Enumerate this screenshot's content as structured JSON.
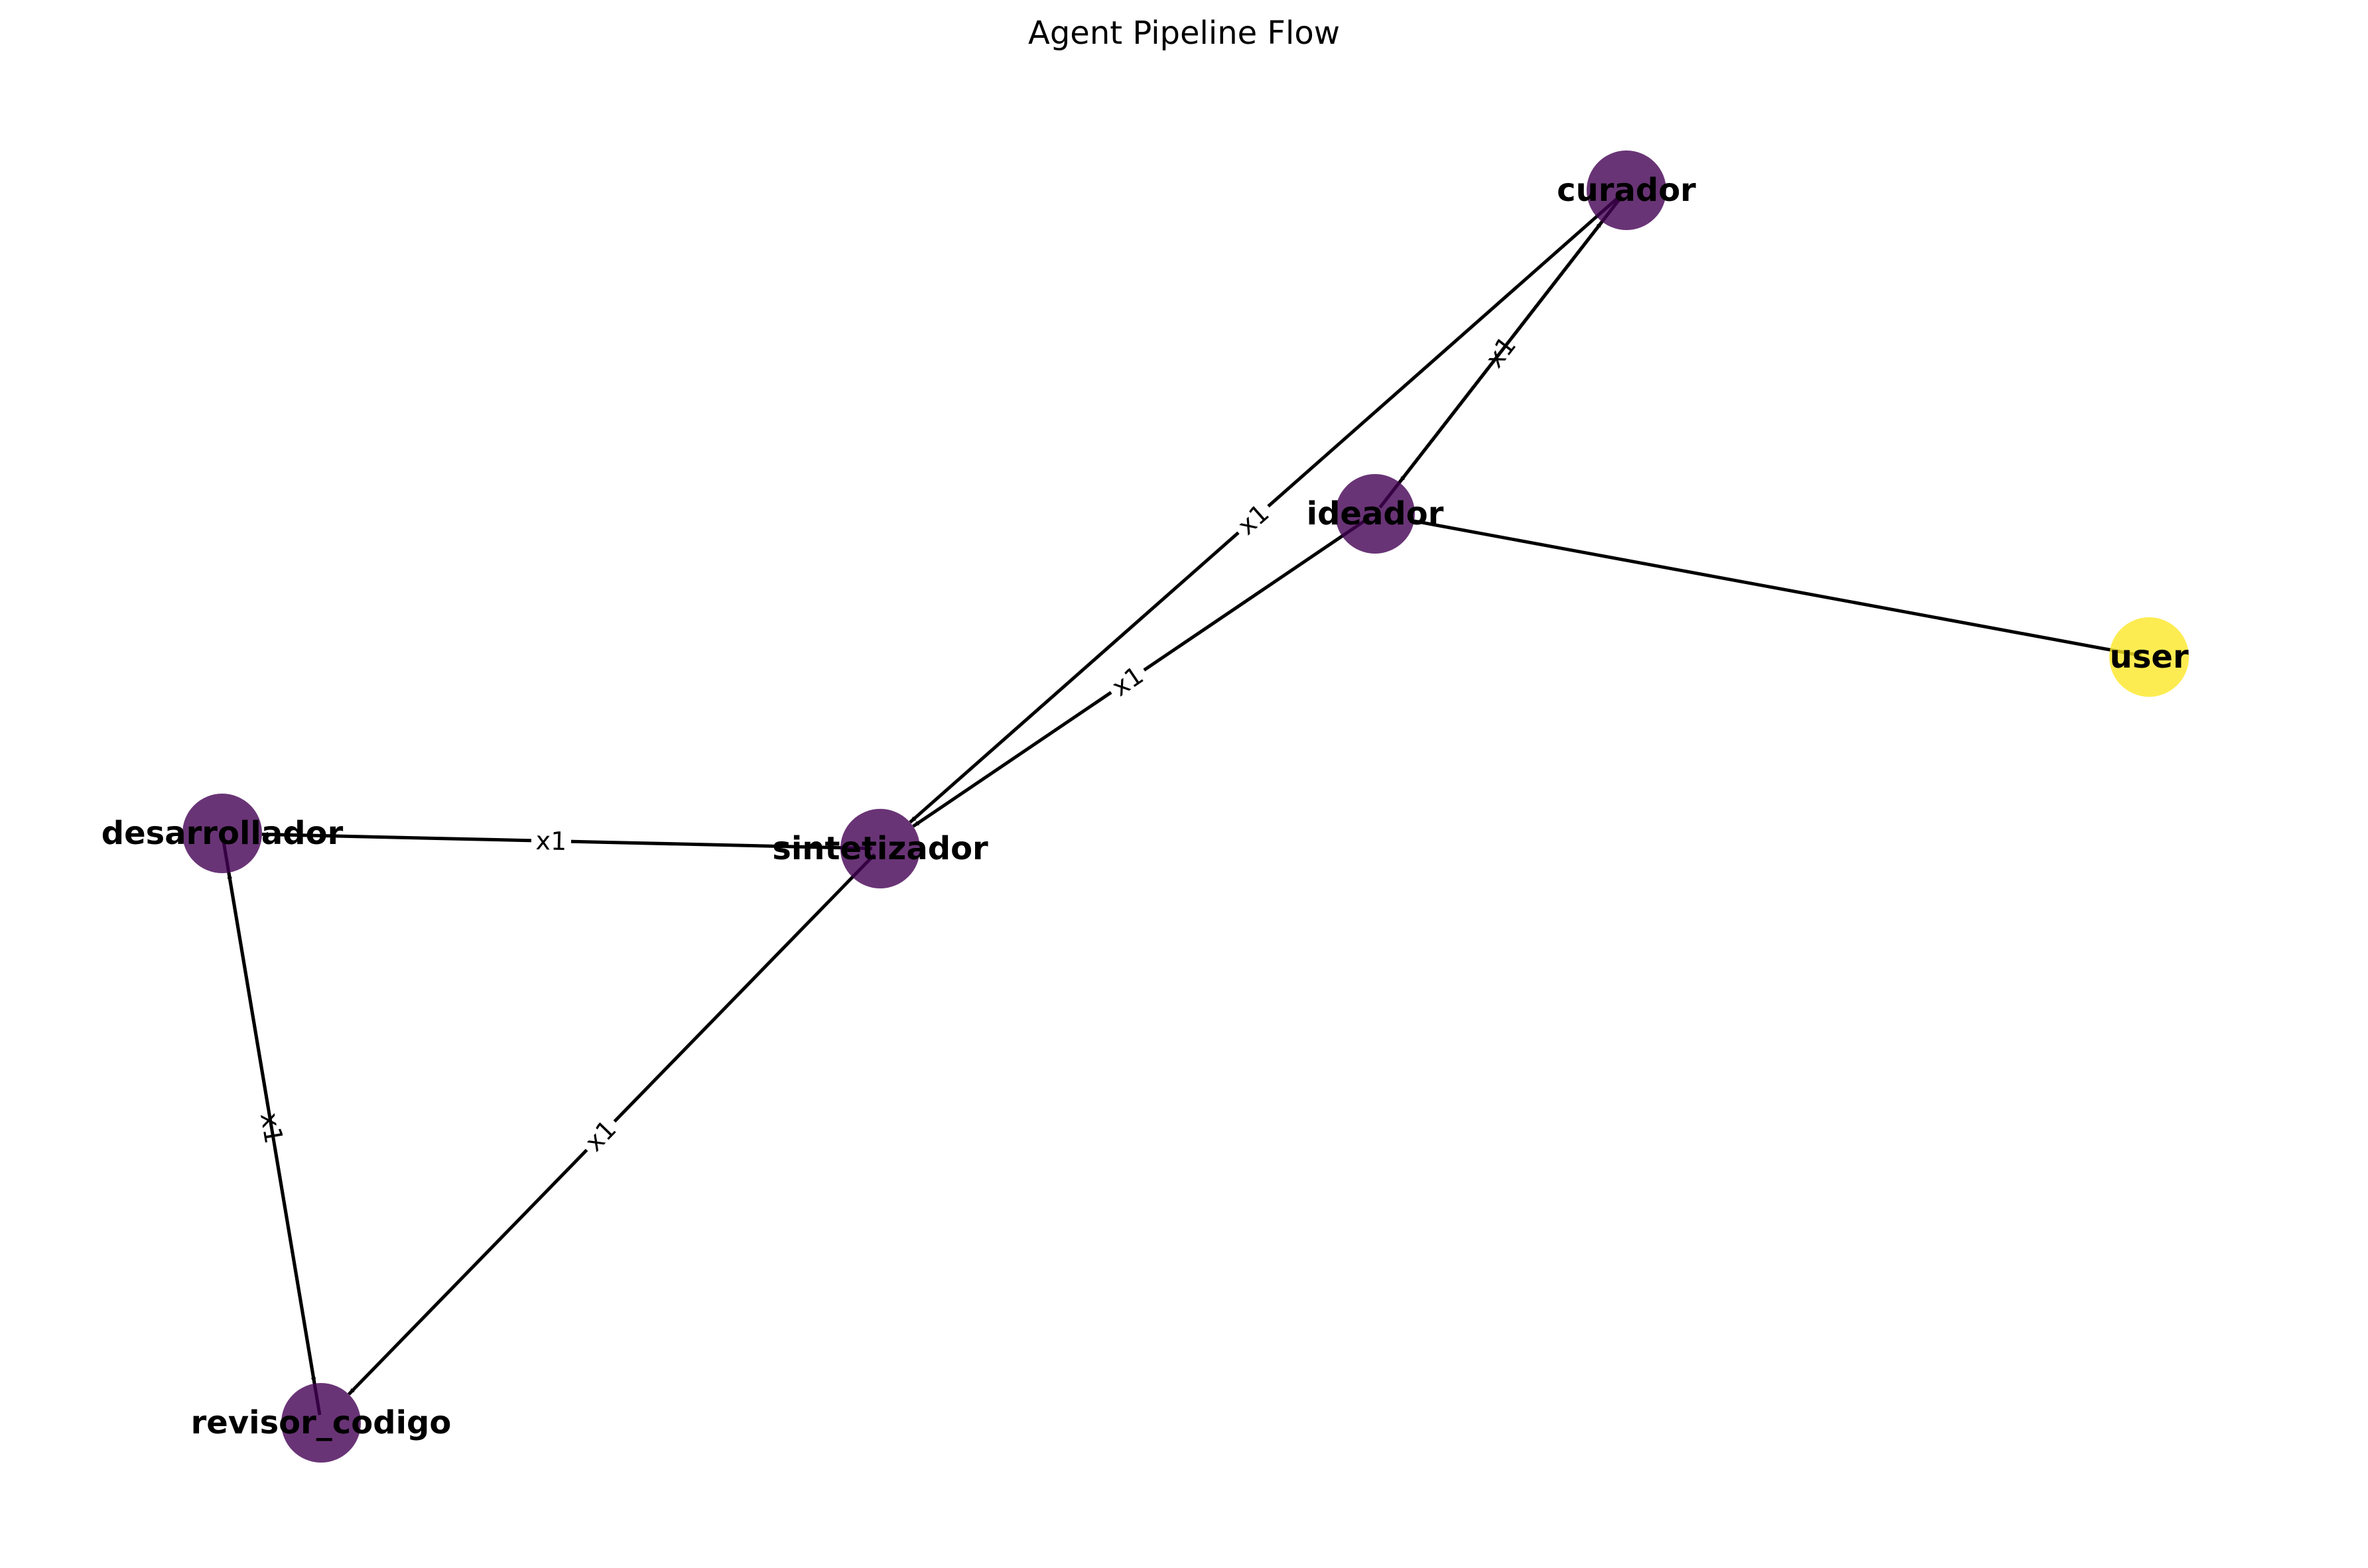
{
  "title": "Agent Pipeline Flow",
  "colors": {
    "agent_node": "#440154",
    "user_node": "#fde725",
    "edge": "#000000",
    "background": "#ffffff"
  },
  "nodes": [
    {
      "id": "curador",
      "label": "curador",
      "kind": "agent"
    },
    {
      "id": "ideador",
      "label": "ideador",
      "kind": "agent"
    },
    {
      "id": "user",
      "label": "user",
      "kind": "user"
    },
    {
      "id": "sintetizador",
      "label": "sintetizador",
      "kind": "agent"
    },
    {
      "id": "desarrollador",
      "label": "desarrollador",
      "kind": "agent"
    },
    {
      "id": "revisor_codigo",
      "label": "revisor_codigo",
      "kind": "agent"
    }
  ],
  "edges": [
    {
      "source": "user",
      "target": "ideador",
      "label": ""
    },
    {
      "source": "ideador",
      "target": "curador",
      "label": "x1"
    },
    {
      "source": "curador",
      "target": "ideador",
      "label": ""
    },
    {
      "source": "ideador",
      "target": "sintetizador",
      "label": "x1"
    },
    {
      "source": "curador",
      "target": "sintetizador",
      "label": "x1"
    },
    {
      "source": "sintetizador",
      "target": "desarrollador",
      "label": "x1"
    },
    {
      "source": "sintetizador",
      "target": "revisor_codigo",
      "label": "x1"
    },
    {
      "source": "desarrollador",
      "target": "revisor_codigo",
      "label": "x1"
    },
    {
      "source": "revisor_codigo",
      "target": "desarrollador",
      "label": ""
    }
  ]
}
